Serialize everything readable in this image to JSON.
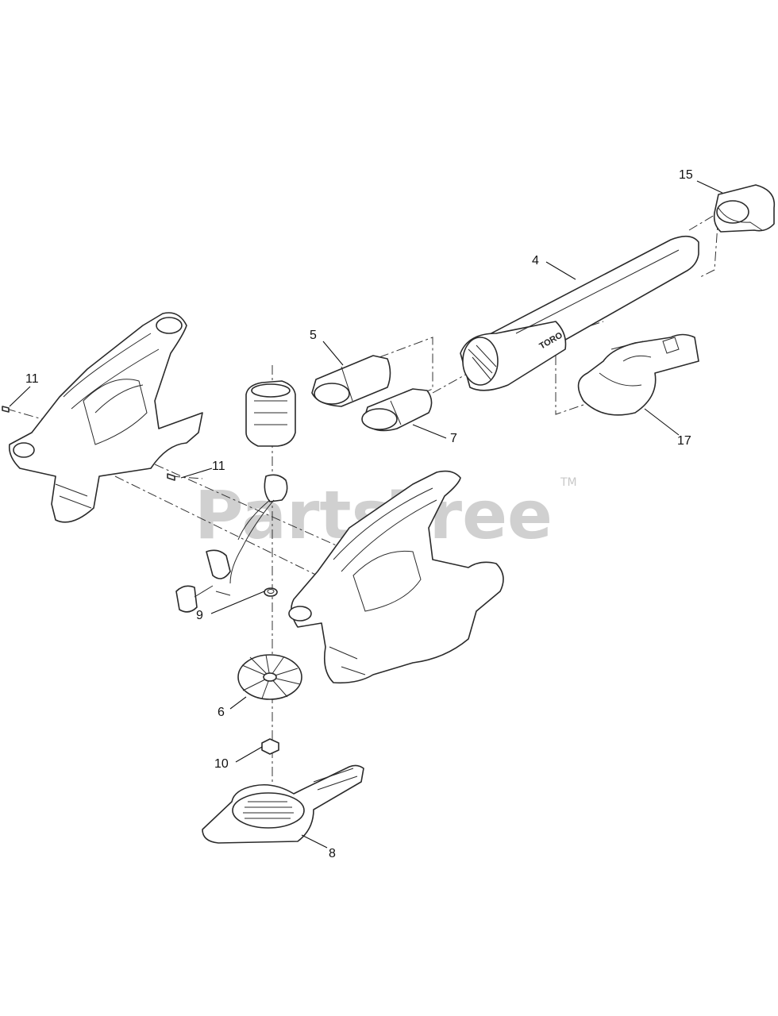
{
  "diagram": {
    "callouts": {
      "c4": "4",
      "c5": "5",
      "c6": "6",
      "c7": "7",
      "c8": "8",
      "c9": "9",
      "c10": "10",
      "c11_top": "11",
      "c11_mid": "11",
      "c15": "15",
      "c17": "17"
    },
    "watermark": {
      "text": "PartsTree",
      "trademark": "TM"
    },
    "tube_logo": "TORO",
    "colors": {
      "line": "#2a2a2a",
      "watermark": "#d0d0d0"
    }
  }
}
